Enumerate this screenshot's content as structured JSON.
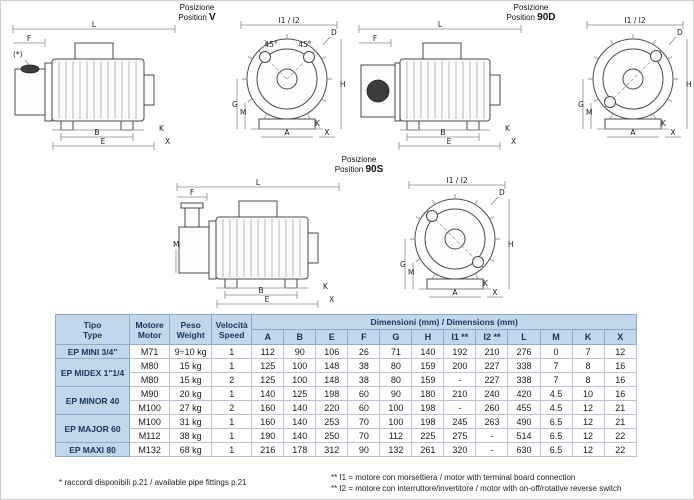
{
  "drawings": {
    "v": {
      "posizione": "Posizione",
      "position": "Position",
      "variant": "V"
    },
    "d90": {
      "posizione": "Posizione",
      "position": "Position",
      "variant": "90D"
    },
    "s90": {
      "posizione": "Posizione",
      "position": "Position",
      "variant": "90S"
    },
    "dims": {
      "L": "L",
      "F": "F",
      "B": "B",
      "E": "E",
      "A": "A",
      "X": "X",
      "K": "K",
      "G": "G",
      "H": "H",
      "M": "M",
      "D": "D",
      "I12": "I1 / I2",
      "deg45": "45°",
      "star": "(*)"
    }
  },
  "table": {
    "header": {
      "tipo": "Tipo",
      "type": "Type",
      "motore": "Motore",
      "motor": "Motor",
      "peso": "Peso",
      "weight": "Weight",
      "velocita": "Velocità",
      "speed": "Speed",
      "dims_title": "Dimensioni (mm) / Dimensions (mm)",
      "dim_cols": [
        "A",
        "B",
        "E",
        "F",
        "G",
        "H",
        "I1 **",
        "I2 **",
        "L",
        "M",
        "K",
        "X"
      ]
    },
    "groups": [
      {
        "type": "EP MINI 3/4\"",
        "rows": [
          {
            "motor": "M71",
            "weight": "9÷10 kg",
            "speed": "1",
            "dims": [
              "112",
              "90",
              "106",
              "26",
              "71",
              "140",
              "192",
              "210",
              "276",
              "0",
              "7",
              "12"
            ]
          }
        ]
      },
      {
        "type": "EP MIDEX 1\"1/4",
        "rows": [
          {
            "motor": "M80",
            "weight": "15 kg",
            "speed": "1",
            "dims": [
              "125",
              "100",
              "148",
              "38",
              "80",
              "159",
              "200",
              "227",
              "338",
              "7",
              "8",
              "16"
            ]
          },
          {
            "motor": "M80",
            "weight": "15 kg",
            "speed": "2",
            "dims": [
              "125",
              "100",
              "148",
              "38",
              "80",
              "159",
              "-",
              "227",
              "338",
              "7",
              "8",
              "16"
            ]
          }
        ]
      },
      {
        "type": "EP MINOR 40",
        "rows": [
          {
            "motor": "M90",
            "weight": "20 kg",
            "speed": "1",
            "dims": [
              "140",
              "125",
              "198",
              "60",
              "90",
              "180",
              "210",
              "240",
              "420",
              "4.5",
              "10",
              "16"
            ]
          },
          {
            "motor": "M100",
            "weight": "27 kg",
            "speed": "2",
            "dims": [
              "160",
              "140",
              "220",
              "60",
              "100",
              "198",
              "-",
              "260",
              "455",
              "4.5",
              "12",
              "21"
            ]
          }
        ]
      },
      {
        "type": "EP MAJOR 60",
        "rows": [
          {
            "motor": "M100",
            "weight": "31 kg",
            "speed": "1",
            "dims": [
              "160",
              "140",
              "253",
              "70",
              "100",
              "198",
              "245",
              "263",
              "490",
              "6.5",
              "12",
              "21"
            ]
          },
          {
            "motor": "M112",
            "weight": "38 kg",
            "speed": "1",
            "dims": [
              "190",
              "140",
              "250",
              "70",
              "112",
              "225",
              "275",
              "-",
              "514",
              "6.5",
              "12",
              "22"
            ]
          }
        ]
      },
      {
        "type": "EP MAXI 80",
        "rows": [
          {
            "motor": "M132",
            "weight": "68 kg",
            "speed": "1",
            "dims": [
              "216",
              "178",
              "312",
              "90",
              "132",
              "261",
              "320",
              "-",
              "630",
              "6.5",
              "12",
              "22"
            ]
          }
        ]
      }
    ]
  },
  "footnotes": {
    "fittings": "* raccordi disponibili p.21 / available pipe fittings p.21",
    "i1": "** I1 = motore con morsettiera / motor with terminal board connection",
    "i2": "** I2 = motore con interruttore/invertitore / motor with on-off/rotative reverse switch"
  }
}
